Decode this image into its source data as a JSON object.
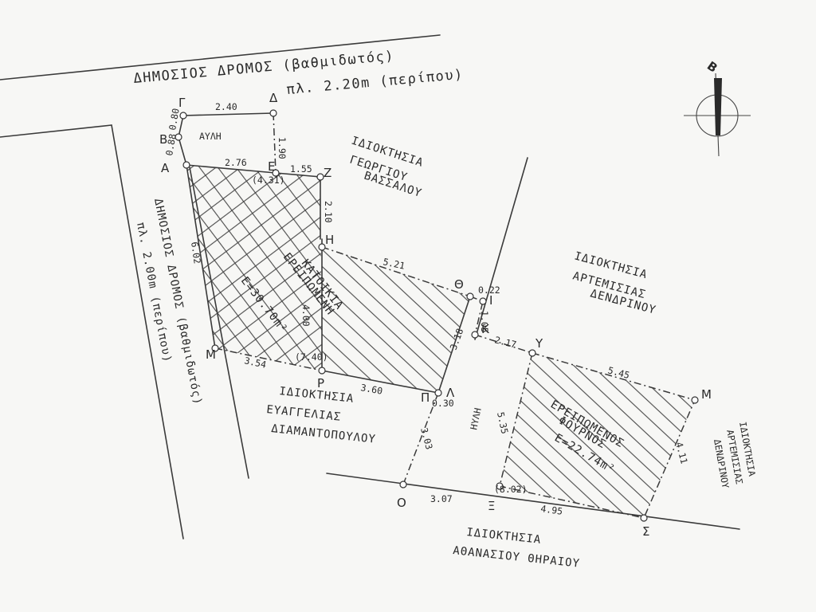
{
  "roads": {
    "north": {
      "line1": "ΔΗΜΟΣΙΟΣ  ΔΡΟΜΟΣ (βαθμιδωτός)",
      "line2": "πλ. 2.20m (περίπου)"
    },
    "west": {
      "line1": "ΔΗΜΟΣΙΟΣ ΔΡΟΜΟΣ (βαθμιδωτός)",
      "line2": "πλ. 2.00m (περίπου)"
    }
  },
  "properties": {
    "vassalou": [
      "ΙΔΙΟΚΤΗΣΙΑ",
      "ΓΕΩΡΓΙΟΥ",
      "ΒΑΣΣΑΛΟΥ"
    ],
    "dendrinou_top": [
      "ΙΔΙΟΚΤΗΣΙΑ",
      "ΑΡΤΕΜΙΣΙΑΣ",
      "ΔΕΝΔΡΙΝΟΥ"
    ],
    "dendrinou_right": [
      "ΙΔΙΟΚΤΗΣΙΑ",
      "ΑΡΤΕΜΙΣΙΑΣ",
      "ΔΕΝΔΡΙΝΟΥ"
    ],
    "diamantopoulou": [
      "ΙΔΙΟΚΤΗΣΙΑ",
      "ΕΥΑΓΓΕΛΙΑΣ",
      "ΔΙΑΜΑΝΤΟΠΟΥΛΟΥ"
    ],
    "thiraiou": [
      "ΙΔΙΟΚΤΗΣΙΑ",
      "ΑΘΑΝΑΣΙΟΥ ΘΗΡΑΙΟΥ"
    ]
  },
  "areas": {
    "courtyard": "ΑΥΛΗ",
    "alley": "ΗΥΛΗ",
    "house": {
      "line1": "ΕΡΕΙΠΩΜΕΝΗ",
      "line2": "ΚΑΤΟΙΚΙΑ",
      "area": "Ε=30.70m²"
    },
    "oven": {
      "line1": "ΕΡΕΙΠΩΜΕΝΟΣ",
      "line2": "ΦΟΥΡΝΟΣ",
      "area": "Ε=22.74m²"
    }
  },
  "dimensions": {
    "g_d": "2.40",
    "a_e": "2.76",
    "e_z": "1.55",
    "d_e": "1.90",
    "e_note": "(4.31)",
    "z_h": "2.10",
    "a_m": "6.02",
    "m_r": "3.54",
    "r_note": "(7.40)",
    "h_r": "4.00",
    "h_th": "5.21",
    "r_t": "3.60",
    "th_i": "0.22",
    "i_k": "1.05",
    "k_y": "2.17",
    "t_y": "3.18",
    "t_note": "0.30",
    "t_o": "3.03",
    "o_ps": "3.07",
    "ps_note": "(8.02)",
    "y_ps": "5.35",
    "y_m": "5.45",
    "m_s": "4.11",
    "ps_s": "4.95",
    "b_g": "0.80",
    "a_b": "0.88"
  },
  "points": {
    "a": "Α",
    "b": "Β",
    "g": "Γ",
    "d": "Δ",
    "e": "Ε",
    "z": "Ζ",
    "h": "Η",
    "th": "Θ",
    "i": "Ι",
    "k": "Κ",
    "t": "Λ",
    "m": "Μ",
    "r": "Ρ",
    "p": "Π",
    "o": "Ο",
    "ps": "Ξ",
    "s": "Σ",
    "y": "Υ",
    "mr": "Μ"
  },
  "north_arrow": {
    "letter": "Β"
  }
}
